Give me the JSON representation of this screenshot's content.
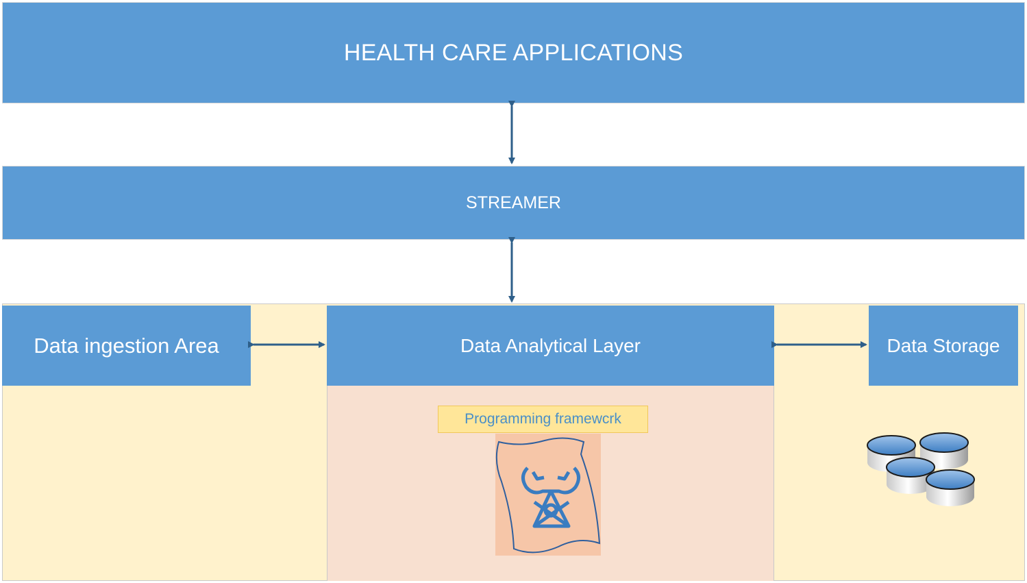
{
  "layers": {
    "applications": "HEALTH CARE APPLICATIONS",
    "streamer": "STREAMER",
    "ingestion": "Data ingestion Area",
    "analytical": "Data Analytical Layer",
    "storage": "Data Storage",
    "framework": "Programming framewcrk"
  },
  "colors": {
    "layer_blue": "#5b9bd5",
    "arrow": "#2e5f8a",
    "panel_yellow": "#fff2cc",
    "panel_peach": "#f8e0d0",
    "label_yellow": "#ffe699"
  },
  "icons": {
    "framework": "wrench-gear-scroll-icon",
    "storage": "database-cylinders-icon",
    "connector": "double-arrow-icon"
  }
}
